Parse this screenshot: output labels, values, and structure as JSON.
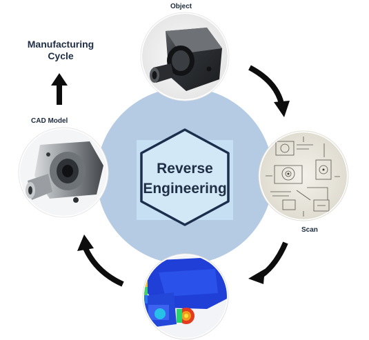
{
  "center": {
    "line1": "Reverse",
    "line2": "Engineering"
  },
  "stages": {
    "object": "Object",
    "scan": "Scan",
    "cad_model": "CAD Model",
    "manufacturing_cycle": "Manufacturing Cycle"
  },
  "colors": {
    "big_circle": "#b5cbe3",
    "inner_panel": "#c7dff2",
    "hexagon_fill": "#d2e8f7",
    "hexagon_stroke": "#1b2f4d",
    "arrow": "#0d0d0d",
    "label_text": "#1d2a3c",
    "sim_blue": "#1f3fd6",
    "sim_red": "#e23b20"
  },
  "icons": {
    "object": "machined-part-image",
    "scan": "technical-drawing-image",
    "simulation": "fea-simulation-image",
    "cad_model": "cad-part-image",
    "up_arrow": "arrow-up-icon",
    "cycle_arrows": "curved-arrow-icon"
  }
}
